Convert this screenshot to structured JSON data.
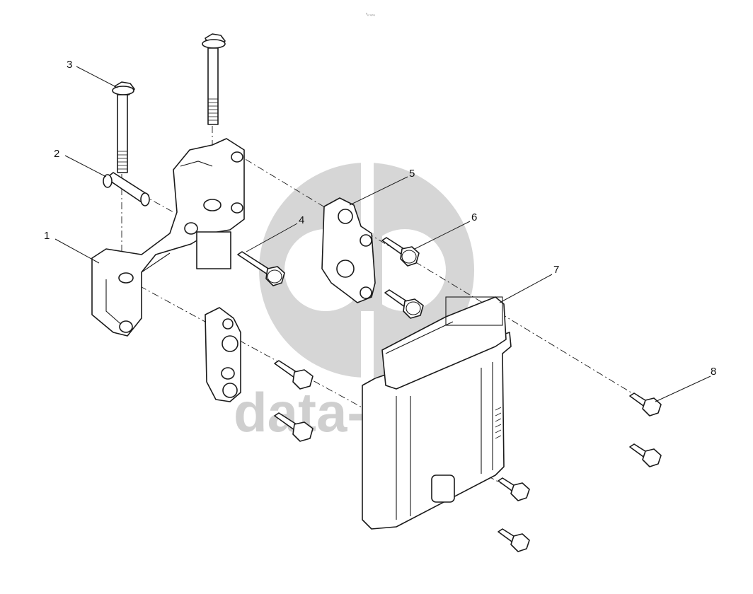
{
  "header": {
    "small_mark": "⁰ₒ ₛₒₛₒ"
  },
  "watermark": {
    "text": "data-parts",
    "color": "#cfcfcf"
  },
  "callouts": [
    {
      "id": "1",
      "label": "1"
    },
    {
      "id": "2",
      "label": "2"
    },
    {
      "id": "3",
      "label": "3"
    },
    {
      "id": "4",
      "label": "4"
    },
    {
      "id": "5",
      "label": "5"
    },
    {
      "id": "6",
      "label": "6"
    },
    {
      "id": "7",
      "label": "7"
    },
    {
      "id": "8",
      "label": "8"
    }
  ],
  "colors": {
    "line": "#1a1a1a",
    "background": "#ffffff"
  }
}
